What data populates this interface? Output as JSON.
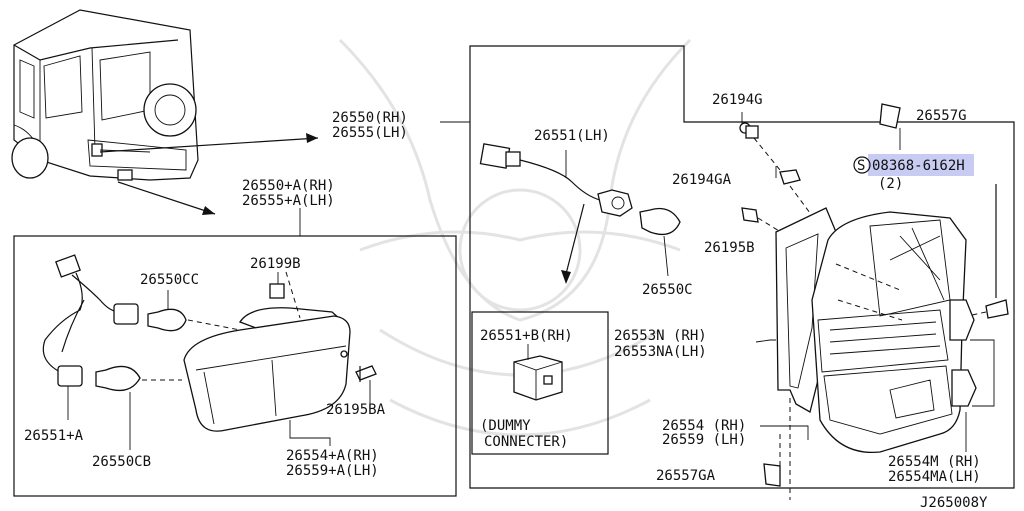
{
  "diagram_id": "J265008Y",
  "vehicle_callout": {
    "main": {
      "rh": "26550(RH)",
      "lh": "26555(LH)"
    },
    "aux": {
      "rh": "26550+A(RH)",
      "lh": "26555+A(LH)"
    }
  },
  "left_panel": {
    "bulb_cc": "26550CC",
    "clip": "26199B",
    "socket": "26551+A",
    "bulb_cb": "26550CB",
    "screw": "26195BA",
    "lens": {
      "rh": "26554+A(RH)",
      "lh": "26559+A(LH)"
    }
  },
  "right_panel": {
    "harness": "26551(LH)",
    "bulb": "26550C",
    "grommet_g": "26194G",
    "grommet_ga": "26194GA",
    "screw_b": "26195B",
    "clip_g": "26557G",
    "bolt_symbol": "S",
    "bolt": "08368-6162H",
    "bolt_qty": "(2)",
    "gasket": {
      "rh": "26553N  (RH)",
      "lh": "26553NA(LH)"
    },
    "lens": {
      "rh": "26554 (RH)",
      "lh": "26559 (LH)"
    },
    "lens_m": {
      "rh": "26554M  (RH)",
      "lh": "26554MA(LH)"
    },
    "clip_ga": "26557GA"
  },
  "dummy_box": {
    "part": "26551+B(RH)",
    "caption_line1": "(DUMMY",
    "caption_line2": "CONNECTER)"
  },
  "colors": {
    "line": "#111111",
    "highlight": "#9aa0e8",
    "watermark": "#e3e3e3"
  }
}
